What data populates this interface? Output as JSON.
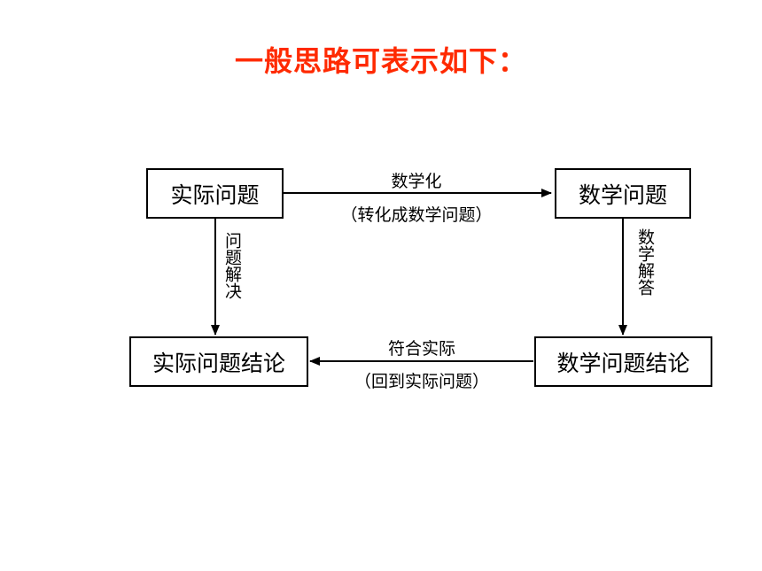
{
  "title": "一般思路可表示如下：",
  "boxes": {
    "real_problem": "实际问题",
    "math_problem": "数学问题",
    "real_conclusion": "实际问题结论",
    "math_conclusion": "数学问题结论"
  },
  "edges": {
    "mathematize": {
      "label": "数学化",
      "sublabel": "（转化成数学问题）"
    },
    "math_solve": {
      "label": "数学解答"
    },
    "check_reality": {
      "label": "符合实际",
      "sublabel": "（回到实际问题）"
    },
    "problem_solving": {
      "label": "问题解决"
    }
  }
}
